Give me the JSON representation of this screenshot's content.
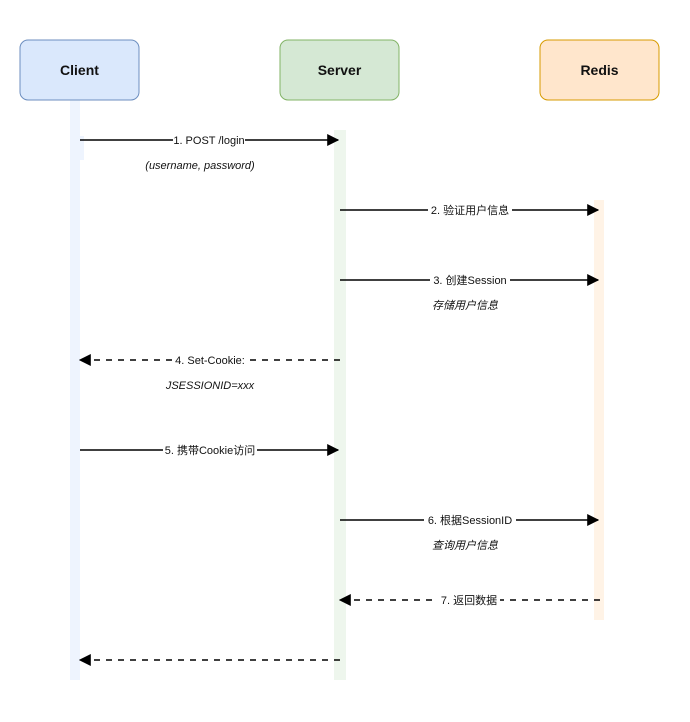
{
  "actors": {
    "client": {
      "label": "Client",
      "fill": "#dae8fc",
      "stroke": "#6c8ebf",
      "lifeline": "#eef4fe"
    },
    "server": {
      "label": "Server",
      "fill": "#d5e8d4",
      "stroke": "#82b366",
      "lifeline": "#eef6ed"
    },
    "redis": {
      "label": "Redis",
      "fill": "#ffe6cc",
      "stroke": "#d79b00",
      "lifeline": "#fff3e6"
    }
  },
  "messages": [
    {
      "id": "m1",
      "label": "1. POST /login",
      "note": "(username, password)",
      "style": "solid"
    },
    {
      "id": "m2",
      "label": "2. 验证用户信息",
      "note": "",
      "style": "solid"
    },
    {
      "id": "m3",
      "label": "3. 创建Session",
      "note": "存储用户信息",
      "style": "solid"
    },
    {
      "id": "m4",
      "label": "4. Set-Cookie:",
      "note": "JSESSIONID=xxx",
      "style": "dashed"
    },
    {
      "id": "m5",
      "label": "5. 携带Cookie访问",
      "note": "",
      "style": "solid"
    },
    {
      "id": "m6",
      "label": "6. 根据SessionID",
      "note": "查询用户信息",
      "style": "solid"
    },
    {
      "id": "m7",
      "label": "7. 返回数据",
      "note": "",
      "style": "dashed"
    },
    {
      "id": "m8",
      "label": "",
      "note": "",
      "style": "dashed"
    }
  ]
}
